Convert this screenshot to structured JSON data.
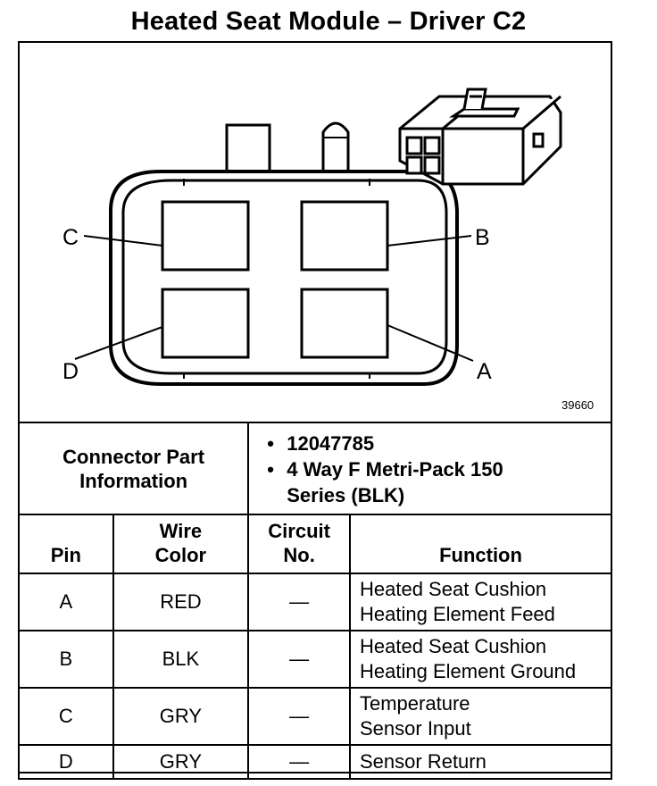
{
  "title": "Heated Seat Module – Driver C2",
  "diagram": {
    "pin_labels": {
      "a": "A",
      "b": "B",
      "c": "C",
      "d": "D"
    },
    "ref_number": "39660"
  },
  "connector_info": {
    "label": "Connector Part Information",
    "items": [
      "12047785",
      "4 Way F Metri-Pack 150 Series (BLK)"
    ]
  },
  "table": {
    "headers": {
      "pin": "Pin",
      "wire_color": "Wire Color",
      "circuit_no": "Circuit No.",
      "function": "Function"
    },
    "rows": [
      {
        "pin": "A",
        "wire_color": "RED",
        "circuit": "—",
        "function_line1": "Heated Seat Cushion",
        "function_line2": "Heating Element Feed"
      },
      {
        "pin": "B",
        "wire_color": "BLK",
        "circuit": "—",
        "function_line1": "Heated Seat Cushion",
        "function_line2": "Heating Element Ground"
      },
      {
        "pin": "C",
        "wire_color": "GRY",
        "circuit": "—",
        "function_line1": "Temperature",
        "function_line2": "Sensor Input"
      },
      {
        "pin": "D",
        "wire_color": "GRY",
        "circuit": "—",
        "function_line1": "Sensor Return",
        "function_line2": ""
      }
    ]
  }
}
